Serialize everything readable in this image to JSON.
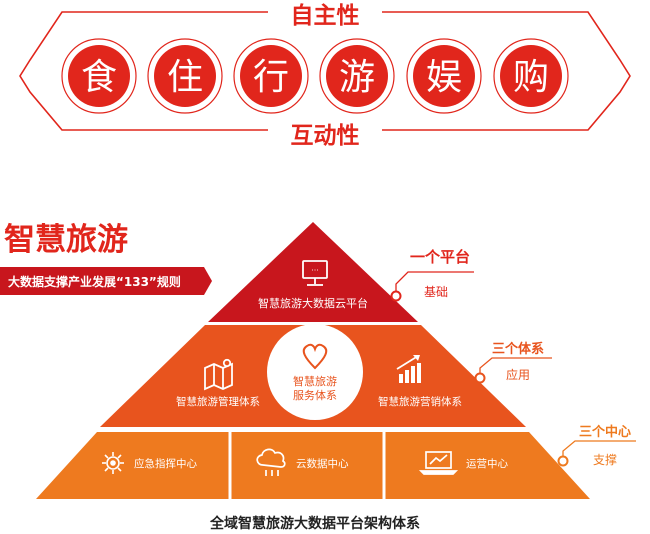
{
  "top": {
    "title_top": "自主性",
    "title_bottom": "互动性",
    "circles": [
      "食",
      "住",
      "行",
      "游",
      "娱",
      "购"
    ]
  },
  "brand": {
    "title": "智慧旅游",
    "rule": "大数据支撑产业发展“133”规则"
  },
  "pyramid": {
    "top_label": "智慧旅游大数据云平台",
    "middle_left": "智慧旅游管理体系",
    "middle_center_line1": "智慧旅游",
    "middle_center_line2": "服务体系",
    "middle_right": "智慧旅游营销体系",
    "bottom_left": "应急指挥中心",
    "bottom_center": "云数据中心",
    "bottom_right": "运营中心"
  },
  "callouts": {
    "one_title": "一个平台",
    "one_sub": "基础",
    "two_title": "三个体系",
    "two_sub": "应用",
    "three_title": "三个中心",
    "three_sub": "支撑"
  },
  "caption": "全域智慧旅游大数据平台架构体系",
  "colors": {
    "red": "#E1261C",
    "dark_red": "#C8161D",
    "orange_mid": "#E8541E",
    "orange_bottom": "#EE7A1F"
  }
}
